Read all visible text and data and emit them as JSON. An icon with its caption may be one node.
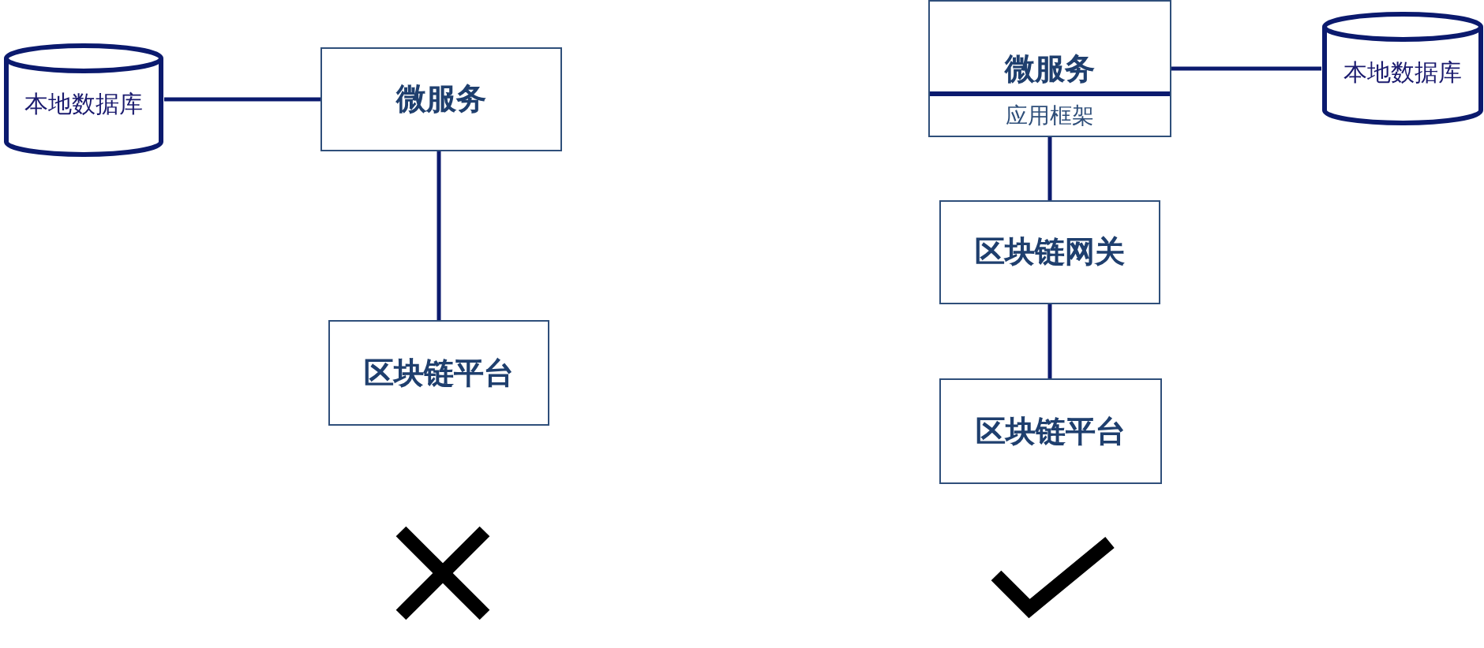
{
  "diagram": {
    "nodes": [
      {
        "text": [
          "本地数据库"
        ]
      },
      {
        "text": [
          "微服务"
        ]
      },
      {
        "text": [
          "区块链平台"
        ]
      },
      {
        "text": [
          "微服务",
          "应用框架"
        ]
      },
      {
        "text": [
          "本地数据库"
        ]
      },
      {
        "text": [
          "区块链网关"
        ]
      },
      {
        "text": [
          "区块链平台"
        ]
      }
    ],
    "edges": [
      {
        "from": 0,
        "to": 1,
        "arrow": "none"
      },
      {
        "from": 1,
        "to": 2,
        "arrow": "none"
      },
      {
        "from": 3,
        "to": 4,
        "arrow": "none"
      },
      {
        "from": 3,
        "to": 5,
        "arrow": "none"
      },
      {
        "from": 5,
        "to": 6,
        "arrow": "none"
      }
    ]
  }
}
